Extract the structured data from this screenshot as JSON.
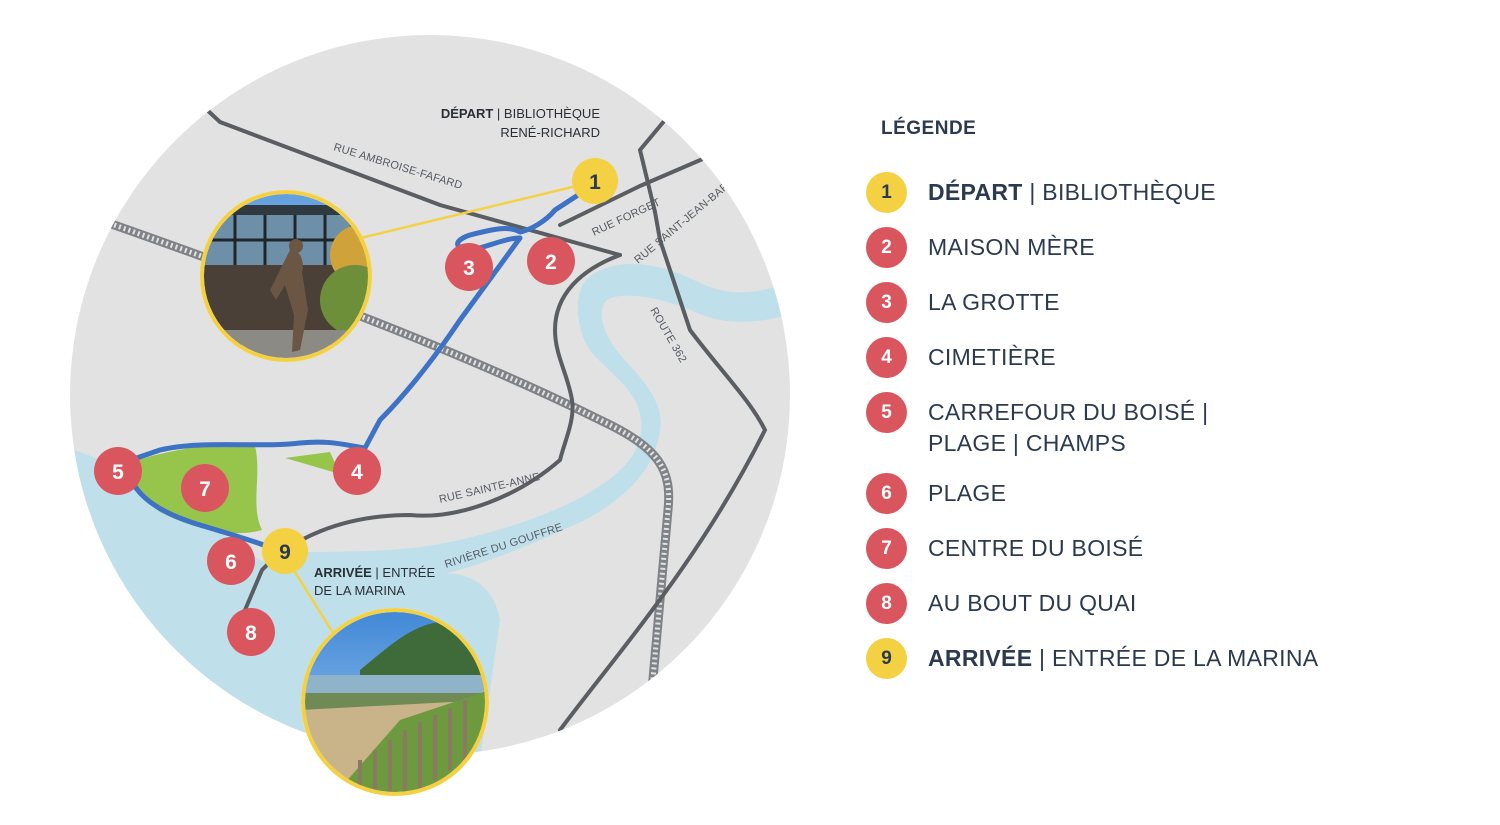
{
  "map": {
    "streets": {
      "ambroise": "RUE AMBROISE-FAFARD",
      "forget": "RUE FORGET",
      "jean_baptiste": "RUE SAINT-JEAN-BAPTISTE",
      "route362": "ROUTE 362",
      "sainte_anne": "RUE SAINTE-ANNE",
      "gouffre": "RIVIÈRE DU GOUFFRE"
    },
    "callouts": {
      "start_bold": "DÉPART",
      "start_rest": " | BIBLIOTHÈQUE",
      "start_line2": "RENÉ-RICHARD",
      "end_bold": "ARRIVÉE",
      "end_rest": " | ENTRÉE",
      "end_line2": "DE LA MARINA"
    },
    "pins": [
      {
        "label": "1"
      },
      {
        "label": "2"
      },
      {
        "label": "3"
      },
      {
        "label": "4"
      },
      {
        "label": "5"
      },
      {
        "label": "6"
      },
      {
        "label": "7"
      },
      {
        "label": "8"
      },
      {
        "label": "9"
      }
    ],
    "colors": {
      "land": "#e2e2e2",
      "water": "#bfe0ea",
      "park": "#97c44b",
      "route": "#3d72c4",
      "road": "#5a5e63",
      "pin_red": "#d9565f",
      "pin_yellow": "#f4d143",
      "photo_ring": "#f4d143"
    }
  },
  "legend": {
    "title": "LÉGENDE",
    "items": [
      {
        "num": "1",
        "bold": "DÉPART",
        "text": " | BIBLIOTHÈQUE"
      },
      {
        "num": "2",
        "bold": "",
        "text": "MAISON MÈRE"
      },
      {
        "num": "3",
        "bold": "",
        "text": "LA GROTTE"
      },
      {
        "num": "4",
        "bold": "",
        "text": "CIMETIÈRE"
      },
      {
        "num": "5",
        "bold": "",
        "text": "CARREFOUR DU BOISÉ | PLAGE | CHAMPS"
      },
      {
        "num": "6",
        "bold": "",
        "text": "PLAGE"
      },
      {
        "num": "7",
        "bold": "",
        "text": "CENTRE DU BOISÉ"
      },
      {
        "num": "8",
        "bold": "",
        "text": "AU BOUT DU QUAI"
      },
      {
        "num": "9",
        "bold": "ARRIVÉE",
        "text": " | ENTRÉE DE LA MARINA"
      }
    ]
  }
}
